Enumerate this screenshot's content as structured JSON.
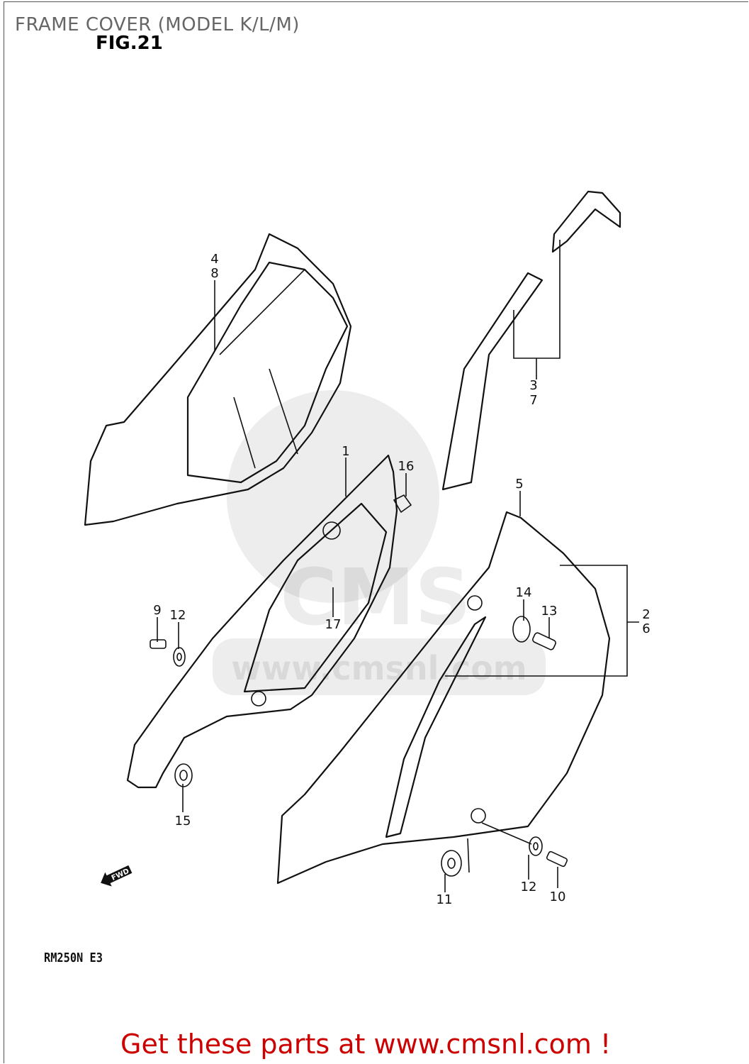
{
  "header": {
    "title": "FRAME COVER (MODEL K/L/M)",
    "figure": "FIG.21"
  },
  "footer": {
    "model_code": "RM250N E3",
    "promo": "Get these parts at www.cmsnl.com !",
    "promo_color": "#cc0000"
  },
  "watermark": {
    "text": "www.cmsnl.com",
    "logo": "CMS"
  },
  "direction_arrow": {
    "label": "FWD"
  },
  "callouts": [
    "4",
    "8",
    "3",
    "7",
    "1",
    "16",
    "5",
    "14",
    "13",
    "2",
    "6",
    "9",
    "12",
    "17",
    "15",
    "11",
    "12",
    "10"
  ]
}
